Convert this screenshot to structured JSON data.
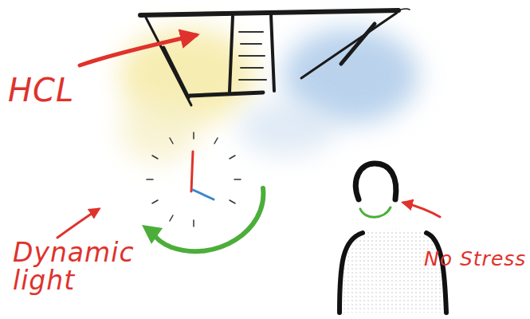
{
  "diagram": {
    "labels": [
      "HCL",
      "Dynamic light",
      "No Stress"
    ]
  }
}
